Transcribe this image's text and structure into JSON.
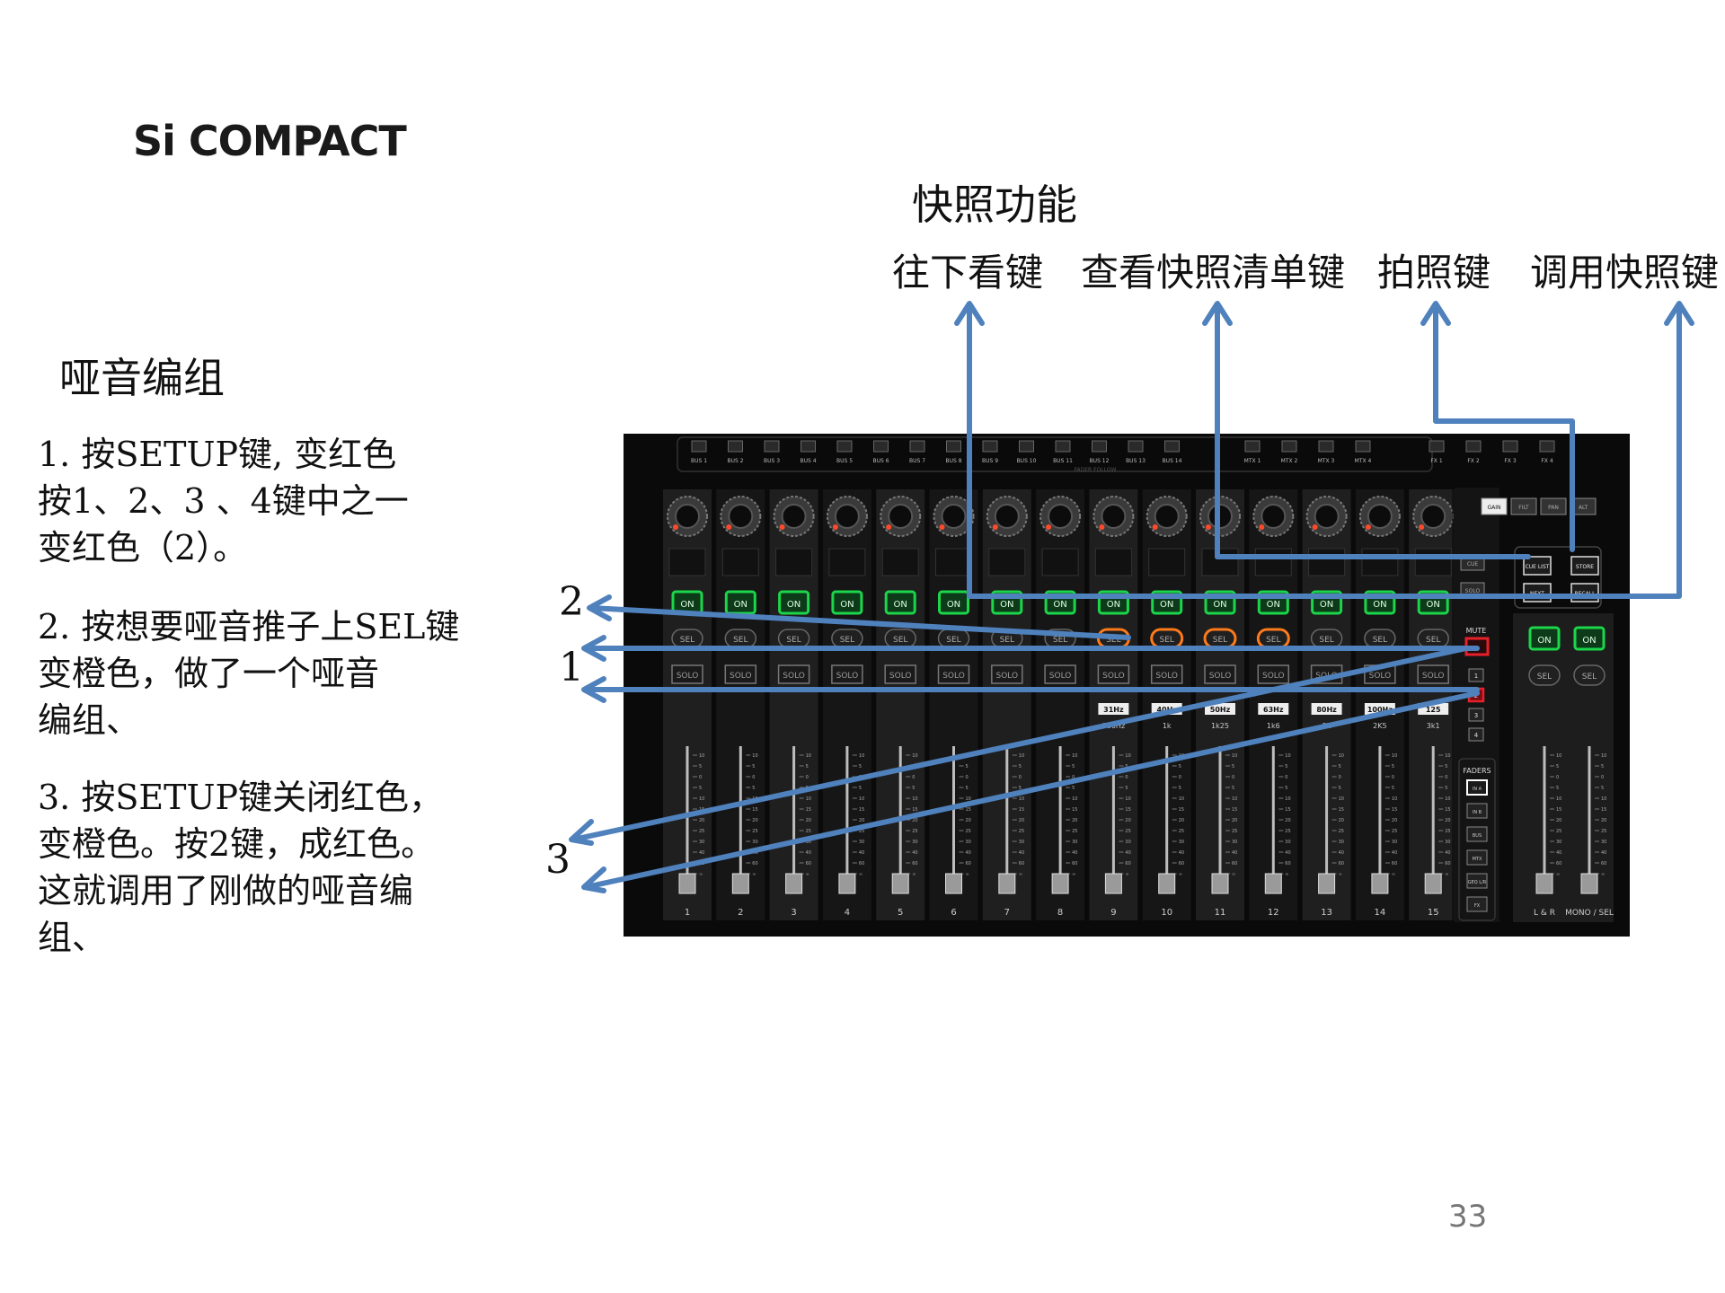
{
  "slide": {
    "brand": "Si COMPACT",
    "page_number": "33"
  },
  "snapshot": {
    "title": "快照功能",
    "labels": [
      "往下看键",
      "查看快照清单键",
      "拍照键",
      "调用快照键"
    ]
  },
  "mute_group": {
    "title": "哑音编组",
    "steps": [
      [
        "1. 按SETUP键, 变红色",
        "按1、2、3 、4键中之一",
        "变红色（2）。"
      ],
      [
        "2. 按想要哑音推子上SEL键",
        "变橙色，做了一个哑音",
        "编组、"
      ],
      [
        "3. 按SETUP键关闭红色，",
        "变橙色。按2键，成红色。",
        "这就调用了刚做的哑音编",
        "组、"
      ]
    ]
  },
  "callout_numbers": {
    "n1": "1",
    "n2": "2",
    "n3": "3"
  },
  "console": {
    "bus_labels": [
      "BUS 1",
      "BUS 2",
      "BUS 3",
      "BUS 4",
      "BUS 5",
      "BUS 6",
      "BUS 7",
      "BUS 8",
      "BUS 9",
      "BUS 10",
      "BUS 11",
      "BUS 12",
      "BUS 13",
      "BUS 14"
    ],
    "mtx_labels": [
      "MTX 1",
      "MTX 2",
      "MTX 3",
      "MTX 4"
    ],
    "fx_labels": [
      "FX 1",
      "FX 2",
      "FX 3",
      "FX 4"
    ],
    "fader_follow": "FADER FOLLOW",
    "channel_numbers": [
      "1",
      "2",
      "3",
      "4",
      "5",
      "6",
      "7",
      "8",
      "9",
      "10",
      "11",
      "12",
      "13",
      "14",
      "15"
    ],
    "on_label": "ON",
    "sel_label": "SEL",
    "solo_label": "SOLO",
    "eq_freqs": [
      "31Hz",
      "40Hz",
      "50Hz",
      "63Hz",
      "80Hz",
      "100Hz",
      "125"
    ],
    "eq_subs": [
      "800Hz",
      "1k",
      "1k25",
      "1k6",
      "2k",
      "2K5",
      "3k1"
    ],
    "encoder_tabs": [
      "GAIN",
      "FILT",
      "PAN",
      "ALT"
    ],
    "mute_label": "MUTE",
    "mute_keys": [
      "1",
      "2",
      "3",
      "4"
    ],
    "faders_label": "FADERS",
    "fader_keys": [
      "IN A",
      "IN B",
      "BUS",
      "MTX",
      "GEQ L/R",
      "FX"
    ],
    "snapshot_keys": [
      "CUE LIST",
      "STORE",
      "NEXT",
      "RECALL"
    ],
    "aux_keys": [
      "CUE",
      "SOLO"
    ],
    "master_labels": [
      "L & R",
      "MONO / SEL"
    ],
    "scale_ticks": [
      "10",
      "5",
      "0",
      "5",
      "10",
      "15",
      "20",
      "25",
      "30",
      "40",
      "60",
      "∞"
    ]
  },
  "colors": {
    "arrow": "#4f81bd",
    "on_green": "#1bd64a",
    "sel_orange": "#ff7a1a",
    "mute_red": "#e8202a",
    "console_bg": "#0a0a0a"
  }
}
